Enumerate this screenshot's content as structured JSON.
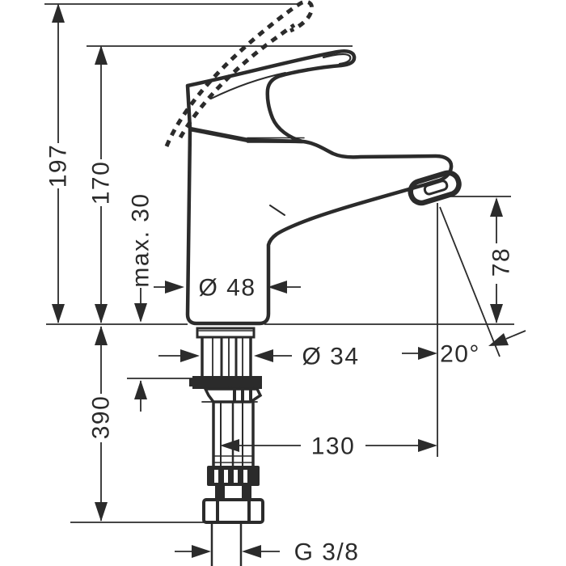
{
  "drawing": {
    "background": "#ffffff",
    "ink": "#2b2b2b",
    "dimensions": {
      "total_height": "197",
      "lever_height": "170",
      "max_mounting_thickness": "max. 30",
      "body_diameter": "Ø 48",
      "spout_height": "78",
      "shank_diameter": "Ø 34",
      "spout_angle": "20°",
      "connection_length": "390",
      "spout_reach": "130",
      "thread_size": "G 3/8"
    }
  }
}
